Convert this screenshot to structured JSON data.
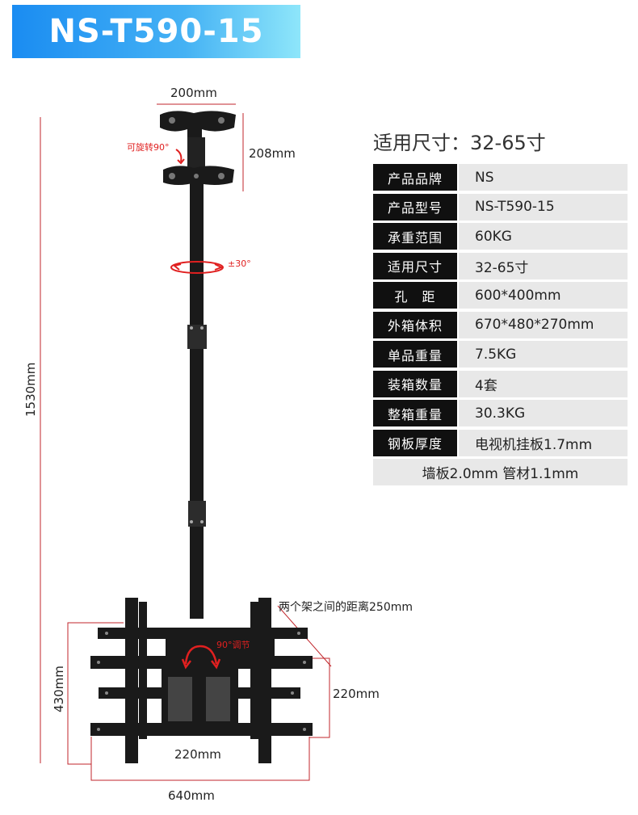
{
  "title": "NS-T590-15",
  "size_heading": "适用尺寸：32-65寸",
  "specs": [
    {
      "label": "产品品牌",
      "value": "NS"
    },
    {
      "label": "产品型号",
      "value": "NS-T590-15"
    },
    {
      "label": "承重范围",
      "value": "60KG"
    },
    {
      "label": "适用尺寸",
      "value": "32-65寸"
    },
    {
      "label": "孔　距",
      "value": "600*400mm"
    },
    {
      "label": "外箱体积",
      "value": "670*480*270mm"
    },
    {
      "label": "单品重量",
      "value": "7.5KG"
    },
    {
      "label": "装箱数量",
      "value": "4套"
    },
    {
      "label": "整箱重量",
      "value": "30.3KG"
    },
    {
      "label": "钢板厚度",
      "value": "电视机挂板1.7mm"
    }
  ],
  "spec_footer": "墙板2.0mm 管材1.1mm",
  "dimensions": {
    "top_width": "200mm",
    "top_height": "208mm",
    "total_height": "1530mm",
    "bracket_spacing": "两个架之间的距离250mm",
    "frame_height": "430mm",
    "plate_height": "220mm",
    "plate_width": "220mm",
    "frame_width": "640mm"
  },
  "notes": {
    "rotate": "可旋转90°",
    "tilt": "±30°",
    "adjust": "90°调节"
  },
  "colors": {
    "banner_start": "#1a8cf2",
    "banner_end": "#8ee6fa",
    "label_bg": "#101010",
    "value_bg": "#e8e8e8",
    "note_red": "#e02020",
    "dim_line": "#c0262b"
  }
}
